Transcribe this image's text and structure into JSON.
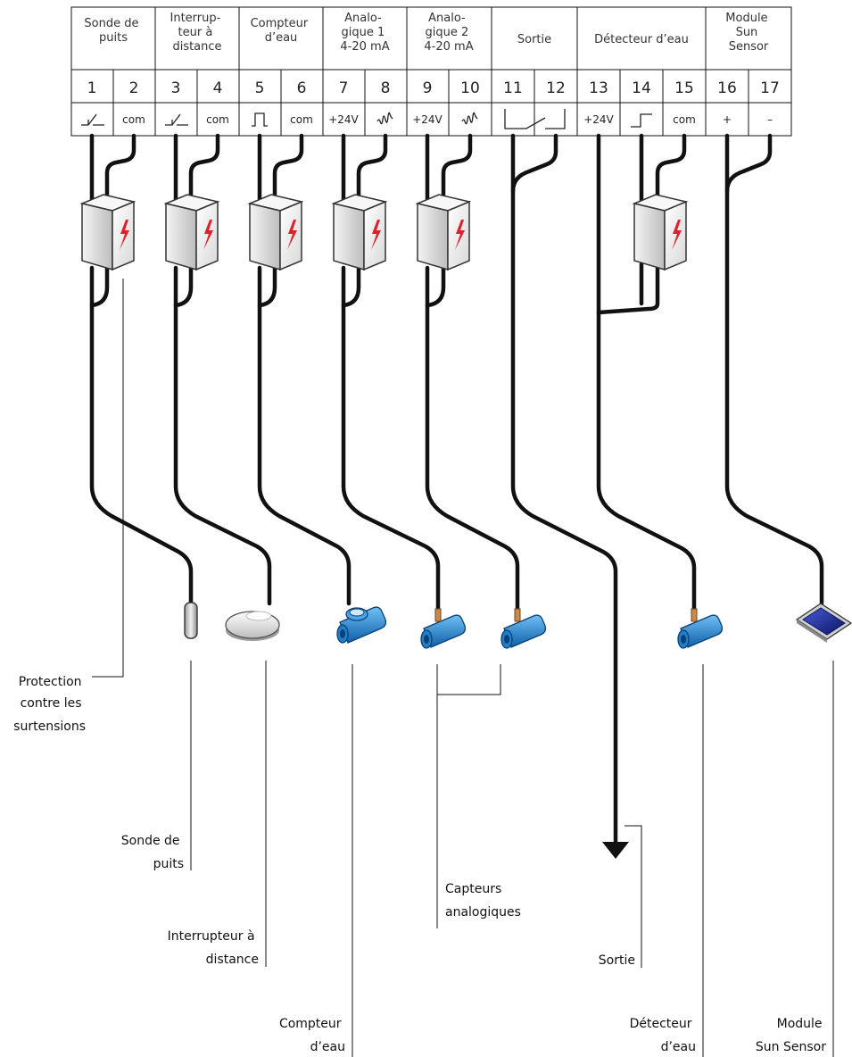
{
  "terminal_groups": [
    {
      "header": [
        "Sonde de",
        "puits"
      ],
      "terminals": [
        {
          "num": "1",
          "sym": "switch"
        },
        {
          "num": "2",
          "sym": "com"
        }
      ]
    },
    {
      "header": [
        "Interrup-",
        "teur à",
        "distance"
      ],
      "terminals": [
        {
          "num": "3",
          "sym": "switch"
        },
        {
          "num": "4",
          "sym": "com"
        }
      ]
    },
    {
      "header": [
        "Compteur",
        "d’eau"
      ],
      "terminals": [
        {
          "num": "5",
          "sym": "pulse"
        },
        {
          "num": "6",
          "sym": "com"
        }
      ]
    },
    {
      "header": [
        "Analo-",
        "gique 1",
        "4-20 mA"
      ],
      "terminals": [
        {
          "num": "7",
          "sym": "+24V"
        },
        {
          "num": "8",
          "sym": "signal"
        }
      ]
    },
    {
      "header": [
        "Analo-",
        "gique 2",
        "4-20 mA"
      ],
      "terminals": [
        {
          "num": "9",
          "sym": "+24V"
        },
        {
          "num": "10",
          "sym": "signal"
        }
      ]
    },
    {
      "header": [
        "Sortie"
      ],
      "terminals": [
        {
          "num": "11",
          "sym": "relay"
        },
        {
          "num": "12",
          "sym": "relay"
        }
      ]
    },
    {
      "header": [
        "Détecteur d’eau"
      ],
      "terminals": [
        {
          "num": "13",
          "sym": "+24V"
        },
        {
          "num": "14",
          "sym": "step"
        },
        {
          "num": "15",
          "sym": "com"
        }
      ]
    },
    {
      "header": [
        "Module",
        "Sun",
        "Sensor"
      ],
      "terminals": [
        {
          "num": "16",
          "sym": "+"
        },
        {
          "num": "17",
          "sym": "–"
        }
      ]
    }
  ],
  "symbol_text": {
    "com": "com",
    "+24V": "+24V",
    "+": "+",
    "–": "–"
  },
  "labels": {
    "protection": [
      "Protection",
      "contre les",
      "surtensions"
    ],
    "sonde": [
      "Sonde de",
      "puits"
    ],
    "interrupteur": [
      "Interrupteur à",
      "distance"
    ],
    "compteur": [
      "Compteur",
      "d’eau"
    ],
    "capteurs": [
      "Capteurs",
      "analogiques"
    ],
    "sortie": [
      "Sortie"
    ],
    "detecteur": [
      "Détecteur",
      "d’eau"
    ],
    "module": [
      "Module",
      "Sun Sensor"
    ]
  },
  "colors": {
    "surge_bolt": "#e0202a",
    "flow_sensor": "#1f7fc8",
    "sun_panel": "#1a2a8a"
  }
}
